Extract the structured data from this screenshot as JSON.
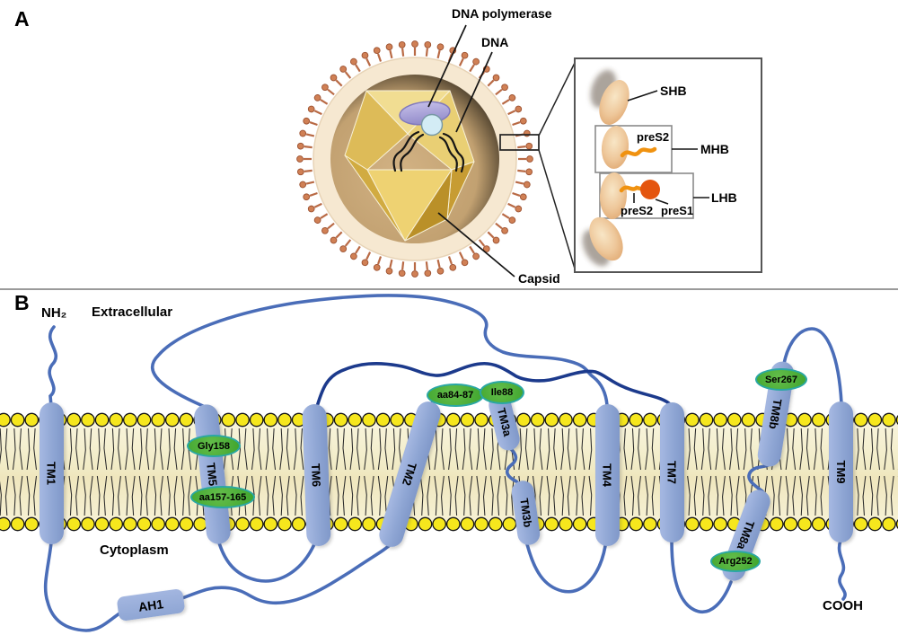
{
  "figure": {
    "panelA": {
      "label": "A",
      "virus_labels": {
        "dna_polymerase": "DNA polymerase",
        "dna": "DNA",
        "capsid": "Capsid"
      },
      "inset": {
        "shb": "SHB",
        "mhb": "MHB",
        "lhb": "LHB",
        "preS2_mhb": "preS2",
        "preS2_lhb": "preS2",
        "preS1_lhb": "preS1"
      }
    },
    "panelB": {
      "label": "B",
      "nh2": "NH₂",
      "extracellular": "Extracellular",
      "cytoplasm": "Cytoplasm",
      "cooh": "COOH",
      "ah1": "AH1",
      "tms": [
        {
          "label": "TM1"
        },
        {
          "label": "TM5"
        },
        {
          "label": "TM6"
        },
        {
          "label": "TM2"
        },
        {
          "label": "TM3a"
        },
        {
          "label": "TM3b"
        },
        {
          "label": "TM4"
        },
        {
          "label": "TM7"
        },
        {
          "label": "TM8a"
        },
        {
          "label": "TM8b"
        },
        {
          "label": "TM9"
        }
      ],
      "markers": [
        {
          "label": "Gly158"
        },
        {
          "label": "aa157-165"
        },
        {
          "label": "aa84-87"
        },
        {
          "label": "Ile88"
        },
        {
          "label": "Ser267"
        },
        {
          "label": "Arg252"
        }
      ]
    },
    "colors": {
      "membrane_head": "#f6e71d",
      "membrane_core": "#f2ecc9",
      "helix_blue": "#8fa6d4",
      "marker_green": "#4fb23a",
      "marker_stroke": "#2aa7a4",
      "loop_light": "#4a6db8",
      "loop_dark": "#1c3a8c",
      "envelope_spike": "#d08055",
      "envelope_ring": "#f6e8d1",
      "virion_core": "#b99a6b",
      "capsid_gold": "#e0bd55",
      "polymerase_purple": "#a9a3d9",
      "dna_circle_blue": "#d3ecf5",
      "preS_orange": "#f09210",
      "preS1_red": "#e4550f"
    }
  }
}
